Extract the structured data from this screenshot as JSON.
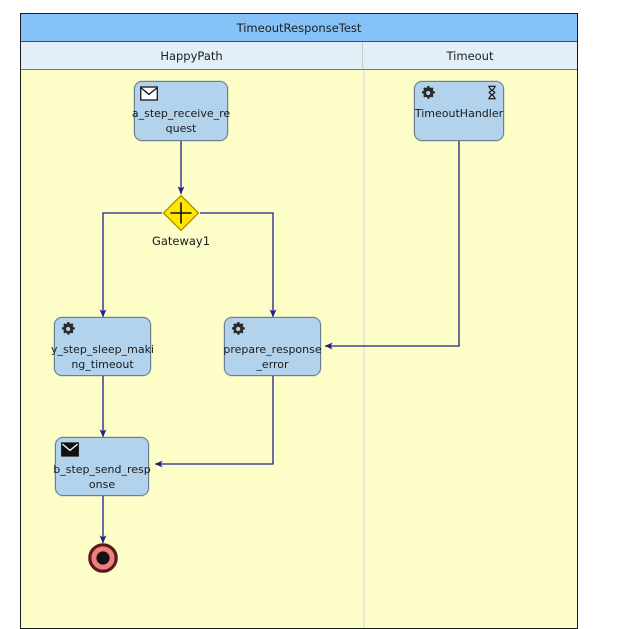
{
  "pool": {
    "title": "TimeoutResponseTest",
    "lanes": [
      {
        "name": "HappyPath"
      },
      {
        "name": "Timeout"
      }
    ]
  },
  "colors": {
    "pool_header": "#84c2f7",
    "lane_header": "#e2eff8",
    "lane_body": "#fdfdc8",
    "task_fill": "#b3d3ec",
    "task_stroke": "#6b7f92",
    "gateway_fill": "#ffe500",
    "gateway_stroke": "#a89100",
    "edge": "#1f1f8c",
    "end_event_ring": "#ef7f7f",
    "end_event_border": "#5a1a1a"
  },
  "nodes": {
    "receive_request": {
      "label": "a_step_receive_re\nquest",
      "icon": "envelope-outline-icon",
      "type": "receive-task"
    },
    "timeout_handler": {
      "label": "TimeoutHandler",
      "icon": "gear-icon",
      "marker": "hourglass-timer-icon",
      "type": "service-task"
    },
    "gateway1": {
      "label": "Gateway1",
      "icon": "plus-icon",
      "type": "parallel-gateway"
    },
    "sleep_timeout": {
      "label": "y_step_sleep_maki\nng_timeout",
      "icon": "gear-icon",
      "type": "service-task"
    },
    "prepare_response_error": {
      "label": "prepare_response\n_error",
      "icon": "gear-icon",
      "type": "service-task"
    },
    "send_response": {
      "label": "b_step_send_resp\nonse",
      "icon": "envelope-filled-icon",
      "type": "send-task"
    },
    "end_event": {
      "label": "",
      "type": "terminate-end-event"
    }
  }
}
